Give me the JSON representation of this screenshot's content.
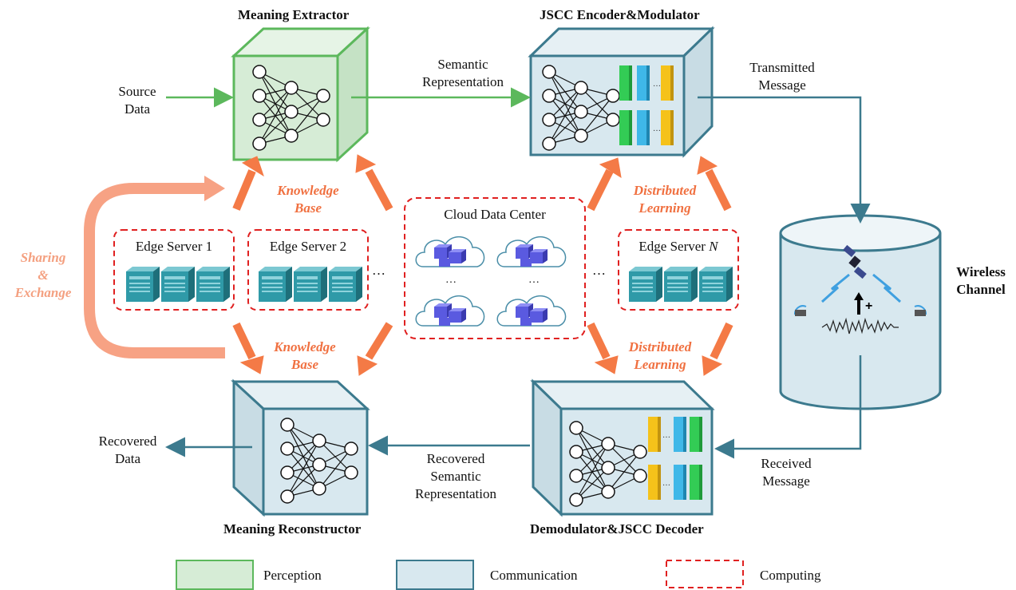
{
  "modules": {
    "meaning_extractor": "Meaning Extractor",
    "jscc_encoder": "JSCC Encoder&Modulator",
    "meaning_reconstructor": "Meaning Reconstructor",
    "demod_decoder": "Demodulator&JSCC Decoder"
  },
  "flows": {
    "source_line1": "Source",
    "source_line2": "Data",
    "semantic_line1": "Semantic",
    "semantic_line2": "Representation",
    "transmitted_line1": "Transmitted",
    "transmitted_line2": "Message",
    "received_line1": "Received",
    "received_line2": "Message",
    "rec_sem_line1": "Recovered",
    "rec_sem_line2": "Semantic",
    "rec_sem_line3": "Representation",
    "recovered_line1": "Recovered",
    "recovered_line2": "Data"
  },
  "channel": {
    "line1": "Wireless",
    "line2": "Channel"
  },
  "edge": {
    "server1": "Edge Server 1",
    "server2": "Edge Server 2",
    "serverN_prefix": "Edge Server ",
    "serverN_var": "N",
    "cloud": "Cloud Data Center",
    "ellipsis": "…"
  },
  "annotations": {
    "kb_top_line1": "Knowledge",
    "kb_top_line2": "Base",
    "kb_bot_line1": "Knowledge",
    "kb_bot_line2": "Base",
    "dl_top_line1": "Distributed",
    "dl_top_line2": "Learning",
    "dl_bot_line1": "Distributed",
    "dl_bot_line2": "Learning",
    "share_line1": "Sharing",
    "share_line2": "&",
    "share_line3": "Exchange"
  },
  "legend": {
    "perception": "Perception",
    "communication": "Communication",
    "computing": "Computing"
  },
  "colors": {
    "perception_fill": "#d6ecd6",
    "perception_stroke": "#5cb85c",
    "communication_fill": "#d8e8ef",
    "communication_stroke": "#3c7a8e",
    "computing_dash": "#e02020",
    "arrow_orange": "#f47a46",
    "arrow_salmon": "#f7a284"
  }
}
